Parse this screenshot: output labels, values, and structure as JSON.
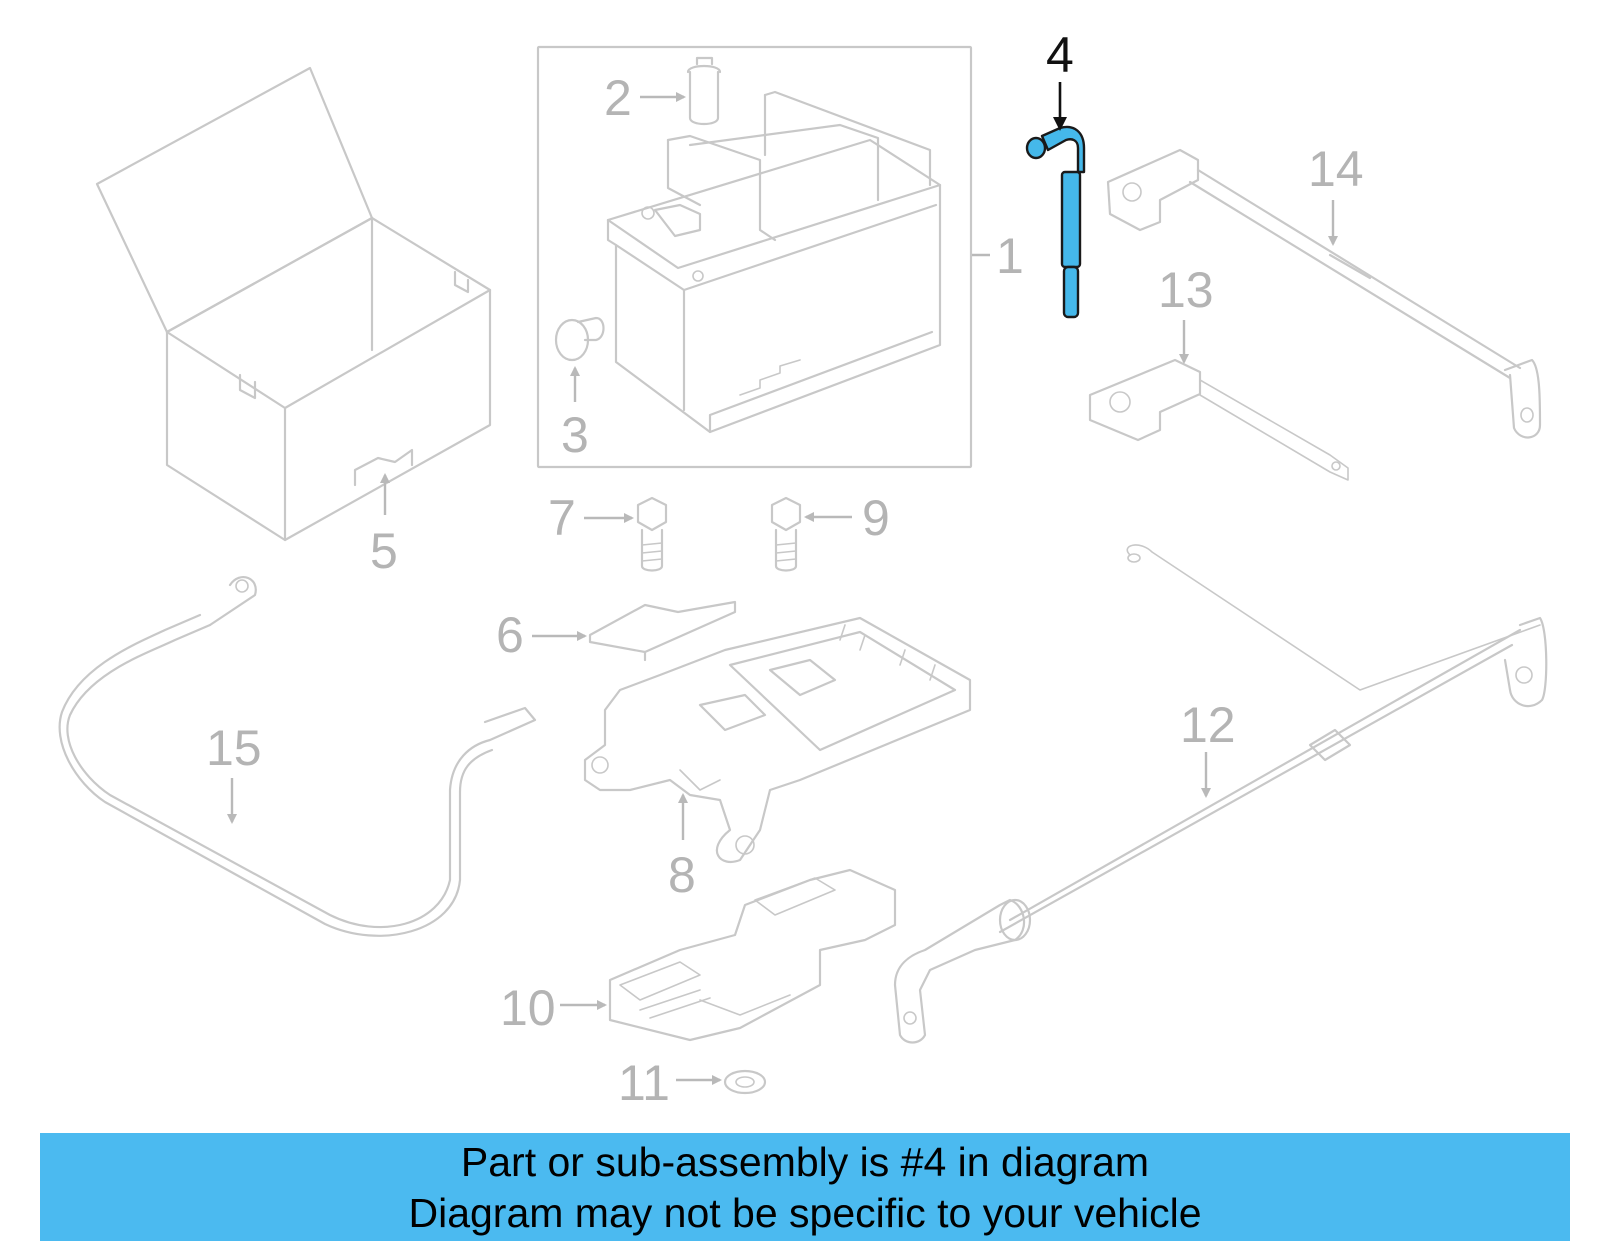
{
  "diagram": {
    "callouts": {
      "c1": "1",
      "c2": "2",
      "c3": "3",
      "c4": "4",
      "c5": "5",
      "c6": "6",
      "c7": "7",
      "c8": "8",
      "c9": "9",
      "c10": "10",
      "c11": "11",
      "c12": "12",
      "c13": "13",
      "c14": "14",
      "c15": "15"
    },
    "highlighted_part": "4",
    "colors": {
      "highlight": "#45b8ea",
      "line": "#c8c8c8",
      "banner": "#4bbaf0"
    }
  },
  "banner": {
    "line1": "Part or sub-assembly is #4 in diagram",
    "line2": "Diagram may not be specific to your vehicle"
  }
}
